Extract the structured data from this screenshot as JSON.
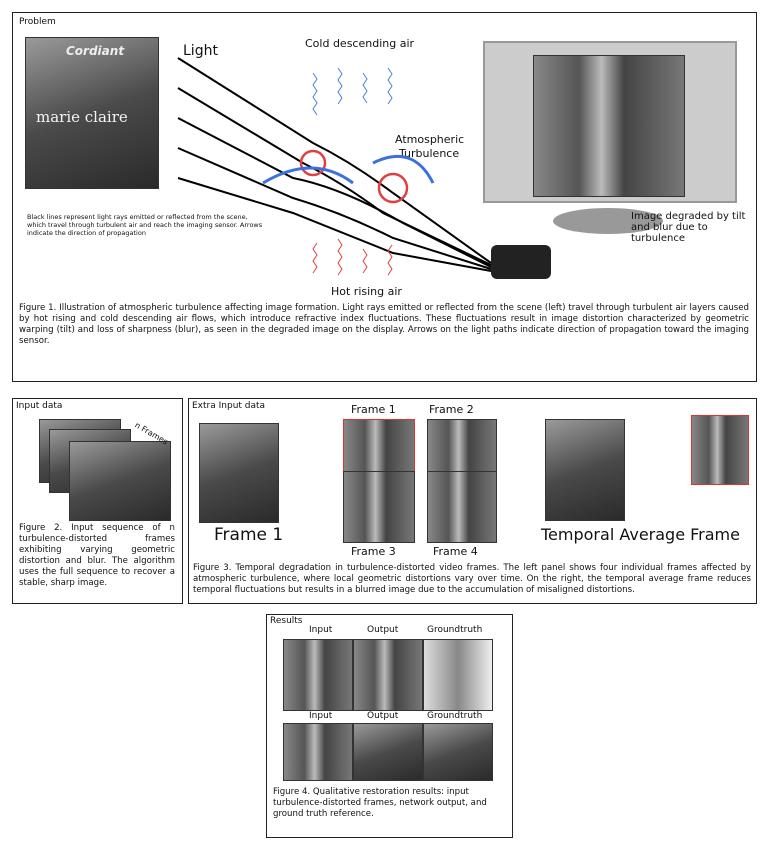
{
  "problem": {
    "title": "Problem",
    "light": "Light",
    "cold": "Cold descending air",
    "hot": "Hot rising air",
    "atmo1": "Atmospheric",
    "atmo2": "Turbulence",
    "note": "Black lines represent light rays emitted or reflected from the scene, which travel through turbulent air and reach the imaging sensor. Arrows indicate the direction of propagation",
    "degraded": "Image degraded by tilt and blur due to turbulence",
    "caption": "Figure 1. Illustration of atmospheric turbulence affecting image formation. Light rays emitted or reflected from the scene (left) travel through turbulent air layers caused by hot rising and cold descending air flows, which introduce refractive index fluctuations. These fluctuations result in image distortion characterized by geometric warping  (tilt) and loss of sharpness (blur), as seen in the degraded image on the display. Arrows on the light paths indicate direction of propagation toward the imaging sensor.",
    "sign1": "Cordiant",
    "sign2": "marie claire"
  },
  "input": {
    "title": "Input data",
    "frames": "n Frames",
    "caption": "Figure 2.  Input sequence of n turbulence-distorted frames exhibiting varying geometric distortion and blur. The algorithm uses the full sequence to recover a stable, sharp image."
  },
  "extra": {
    "title": "Extra Input data",
    "f1": "Frame 1",
    "f2": "Frame 2",
    "f3": "Frame 3",
    "f4": "Frame 4",
    "big1": "Frame 1",
    "big2": "Temporal Average Frame",
    "caption": "Figure 3. Temporal degradation in turbulence-distorted video frames. The left panel shows four individual frames affected by atmospheric turbulence, where local geometric distortions vary over time. On the right, the temporal average frame reduces temporal fluctuations but results in a blurred image due to the accumulation of misaligned distortions."
  },
  "results": {
    "title": "Results",
    "h": [
      "Input",
      "Output",
      "Groundtruth"
    ],
    "caption": "Figure 4. Qualitative restoration results: input turbulence-distorted frames, network output, and ground truth reference."
  }
}
